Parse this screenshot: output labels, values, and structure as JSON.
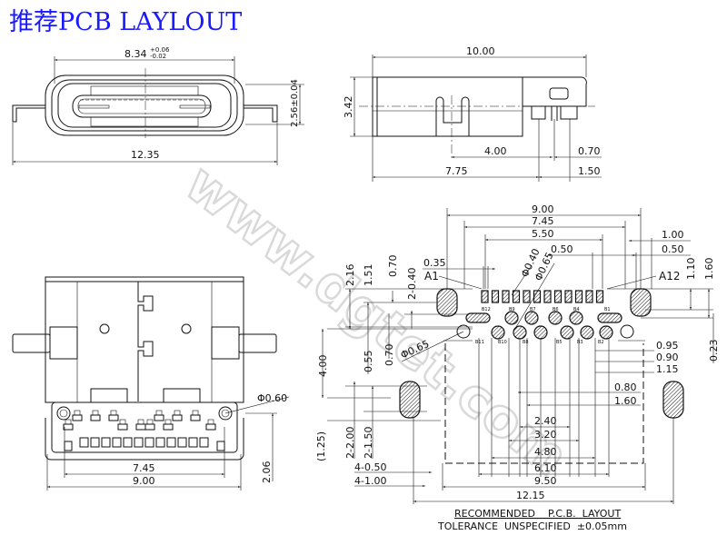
{
  "title": "推荐PCB LAYLOUT",
  "watermark": "www.dgtet.com",
  "front_view": {
    "width_top": "8.34",
    "tol_plus": "+0.06",
    "tol_minus": "-0.02",
    "height": "2.56±0.04",
    "overall_width": "12.35"
  },
  "side_view": {
    "length": "10.00",
    "height": "3.42",
    "d1": "4.00",
    "d2": "0.70",
    "d3": "7.75",
    "d4": "1.50"
  },
  "bottom_view": {
    "inner": "7.45",
    "outer": "9.00",
    "depth": "2.06",
    "hole": "Φ0.60"
  },
  "pcb_layout": {
    "w900": "9.00",
    "w745": "7.45",
    "w550": "5.50",
    "p050a": "0.50",
    "w100": "1.00",
    "p050b": "0.50",
    "pad035": "0.35",
    "a1": "A1",
    "a12": "A12",
    "d040": "Φ0.40",
    "d065a": "Φ0.65",
    "d065b": "Φ0.65",
    "v216": "2.16",
    "v151": "1.51",
    "v070a": "0.70",
    "v2040": "2-0.40",
    "v110": "1.10",
    "v160": "1.60",
    "v023": "0.23",
    "v400": "4.00",
    "v055": "0.55",
    "v070b": "0.70",
    "r095": "0.95",
    "r090": "0.90",
    "r115": "1.15",
    "r080": "0.80",
    "r160": "1.60",
    "h240": "2.40",
    "h320": "3.20",
    "h480": "4.80",
    "h610": "6.10",
    "h950": "9.50",
    "h1215": "12.15",
    "v125": "(1.25)",
    "v2200": "2-2.00",
    "v2150": "2-1.50",
    "w4050": "4-0.50",
    "w4100": "4-1.00",
    "pins_top_labels": [
      "B12",
      "B9",
      "B7",
      "B6",
      "B4",
      "B1"
    ],
    "pins_bottom_labels": [
      "B11",
      "B10",
      "B8",
      "B5",
      "B3",
      "B2"
    ],
    "caption1": "RECOMMENDED    P.C.B.  LAYOUT",
    "caption2": "TOLERANCE  UNSPECIFIED  ±0.05mm"
  }
}
